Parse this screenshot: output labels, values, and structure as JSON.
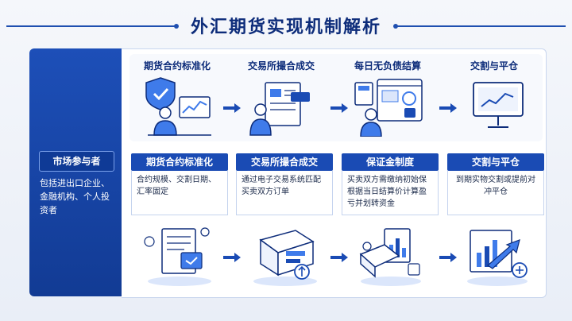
{
  "title": "外汇期货实现机制解析",
  "sidebar": {
    "badge": "市场参与者",
    "text": "包括进出口企业、金融机构、个人投资者"
  },
  "steps": [
    {
      "top_title": "期货合约标准化",
      "header": "期货合约标准化",
      "body": "合约规模、交割日期、汇率固定"
    },
    {
      "top_title": "交易所撮合成交",
      "header": "交易所撮合成交",
      "body": "通过电子交易系统匹配买卖双方订单"
    },
    {
      "top_title": "每日无负债结算",
      "header": "保证金制度",
      "body": "买卖双方需缴纳初始保根据当日结算价计算盈亏并划转资金"
    },
    {
      "top_title": "交割与平仓",
      "header": "交割与平仓",
      "body": "到期实物交割或提前对冲平仓"
    }
  ],
  "icons": {
    "top": [
      "shield-person-chart-icon",
      "person-document-icon",
      "person-calculator-screen-icon",
      "monitor-chart-icon"
    ],
    "bottom": [
      "contract-document-icon",
      "trading-screen-icon",
      "settlement-chart-icon",
      "delivery-chart-icon"
    ]
  },
  "colors": {
    "primary": "#1a4bb4",
    "dark": "#0d2c7a",
    "accent": "#3f7bea"
  }
}
